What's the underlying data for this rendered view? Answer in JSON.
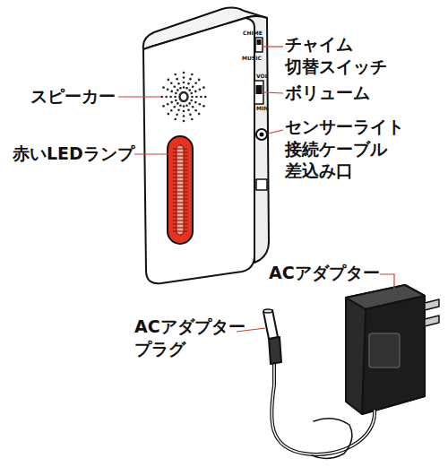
{
  "diagram": {
    "labels": [
      "チャイム 切替スイッチ",
      "ボリューム",
      "スピーカー",
      "センサーライト 接続ケーブル 差込み口",
      "赤いLEDランプ",
      "ACアダプター",
      "ACアダプター プラグ",
      "CHIME",
      "MUSIC",
      "VOL",
      "MIN"
    ]
  }
}
